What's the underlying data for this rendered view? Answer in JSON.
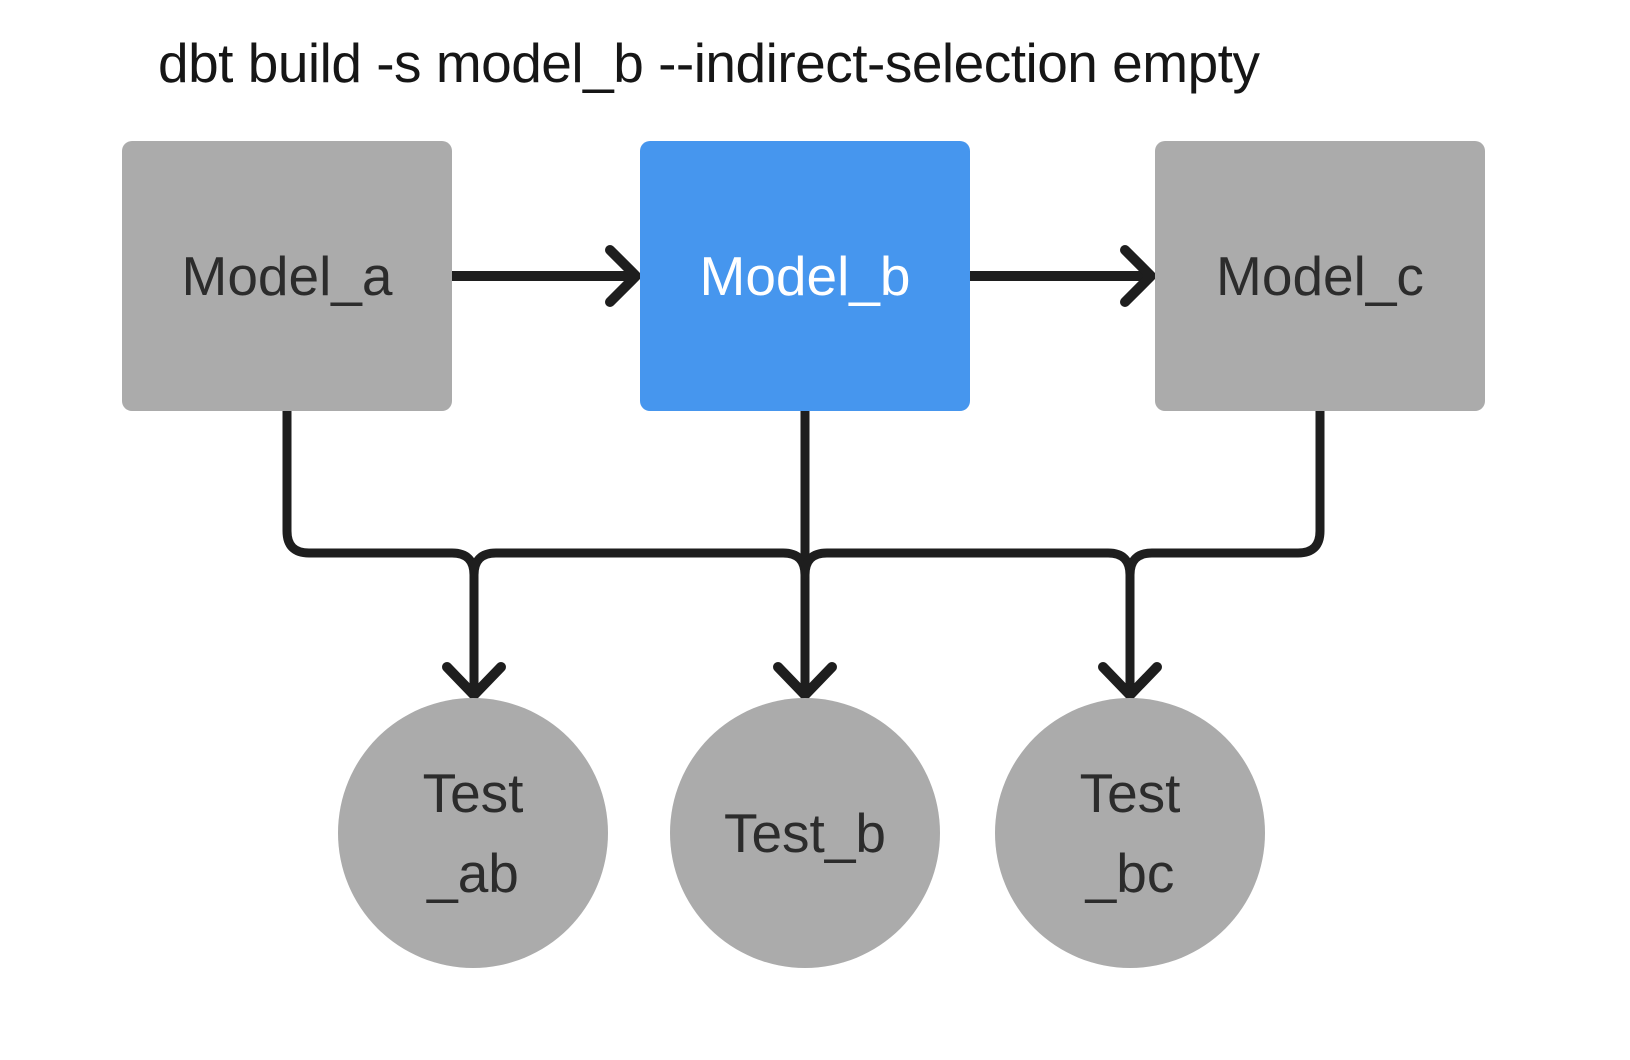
{
  "title": "dbt build -s model_b --indirect-selection empty",
  "colors": {
    "background": "#FFFFFF",
    "node_gray": "#ABABAB",
    "node_selected_blue": "#4696EE",
    "node_text_dark": "#2C2C2C",
    "node_text_light": "#FFFFFF",
    "line": "#1E1E1E",
    "title_text": "#161616"
  },
  "models": [
    {
      "label": "Model_a",
      "selected": false
    },
    {
      "label": "Model_b",
      "selected": true
    },
    {
      "label": "Model_c",
      "selected": false
    }
  ],
  "tests": [
    {
      "line1": "Test",
      "line2": "_ab"
    },
    {
      "line1": "Test_b",
      "line2": ""
    },
    {
      "line1": "Test",
      "line2": "_bc"
    }
  ],
  "edges": {
    "model_flow": [
      "Model_a → Model_b",
      "Model_b → Model_c"
    ],
    "test_rail_sources": [
      "Model_a",
      "Model_b",
      "Model_c"
    ],
    "test_rail_targets": [
      "Test_ab",
      "Test_b",
      "Test_bc"
    ]
  }
}
